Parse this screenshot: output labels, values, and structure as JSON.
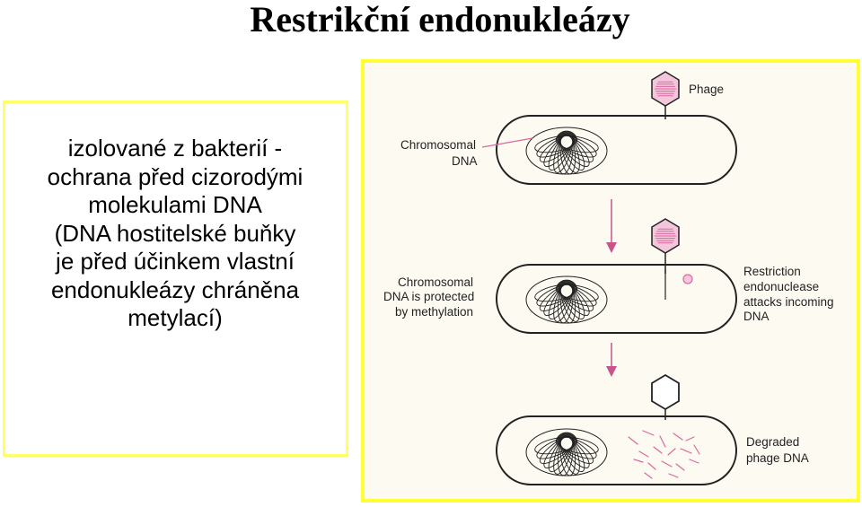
{
  "slide": {
    "title": "Restrikční endonukleázy",
    "description_lines": [
      "izolované z bakterií -",
      "ochrana před cizorodými",
      "molekulami DNA",
      "(DNA hostitelské buňky",
      "je před účinkem vlastní",
      "endonukleázy chráněna",
      "metylací)"
    ]
  },
  "figure": {
    "labels": {
      "phage": "Phage",
      "chromosomal_dna_1": "Chromosomal",
      "chromosomal_dna_2": "DNA",
      "protected_1": "Chromosomal",
      "protected_2": "DNA is protected",
      "protected_3": "by methylation",
      "restriction_1": "Restriction",
      "restriction_2": "endonuclease",
      "restriction_3": "attacks incoming",
      "restriction_4": "DNA",
      "degraded_1": "Degraded",
      "degraded_2": "phage DNA"
    },
    "colors": {
      "phage_fill": "#f3c6dc",
      "pink": "#d86aa0",
      "arrow": "#c8558a",
      "cell_outline": "#222222",
      "border": "#ffff33"
    }
  }
}
